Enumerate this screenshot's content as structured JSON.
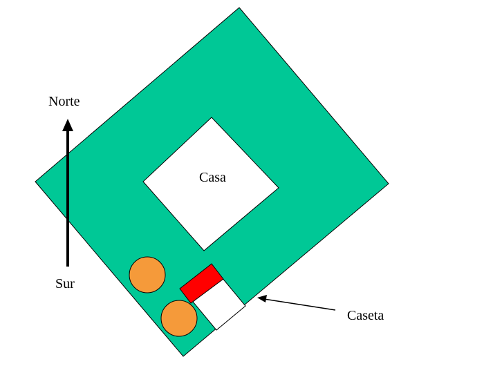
{
  "labels": {
    "north": "Norte",
    "south": "Sur",
    "house": "Casa",
    "shed": "Caseta"
  },
  "colors": {
    "lot": "#00c896",
    "house": "#ffffff",
    "shed": "#ffffff",
    "red_block": "#ff0000",
    "trees": "#f59a3a",
    "outline": "#000000",
    "arrow": "#000000"
  },
  "icons": {
    "compass": "north-arrow-icon",
    "trees": "tree-icon",
    "pointer": "arrow-icon"
  }
}
